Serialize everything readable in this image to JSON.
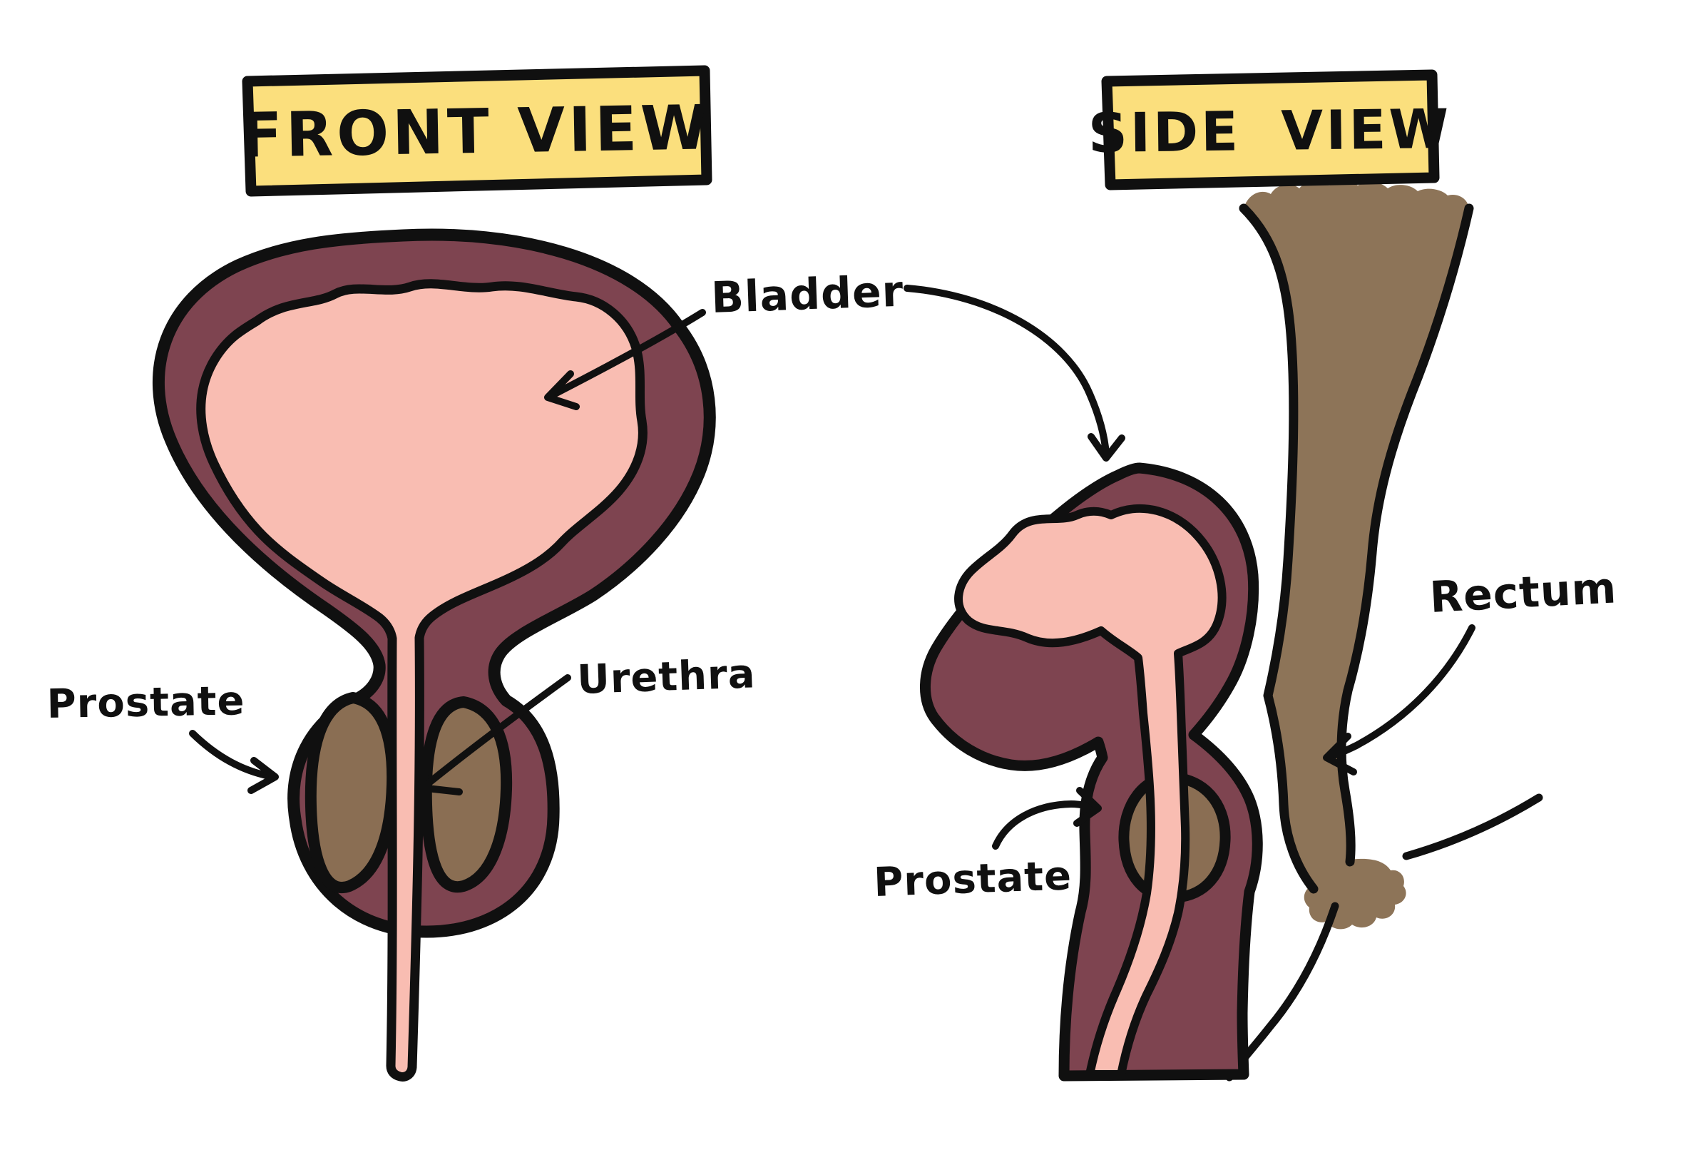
{
  "palette": {
    "background": "#FFFFFF",
    "outline": "#101010",
    "label_box_fill": "#FBDF7D",
    "bladder_wall": "#7E4450",
    "bladder_interior": "#F9BDB2",
    "prostate": "#8A6E53",
    "rectum": "#8D7458"
  },
  "front_view": {
    "title": "FRONT VIEW",
    "labels": {
      "bladder": "Bladder",
      "prostate": "Prostate",
      "urethra": "Urethra"
    }
  },
  "side_view": {
    "title": "SIDE VIEW",
    "labels": {
      "prostate": "Prostate",
      "rectum": "Rectum"
    }
  }
}
